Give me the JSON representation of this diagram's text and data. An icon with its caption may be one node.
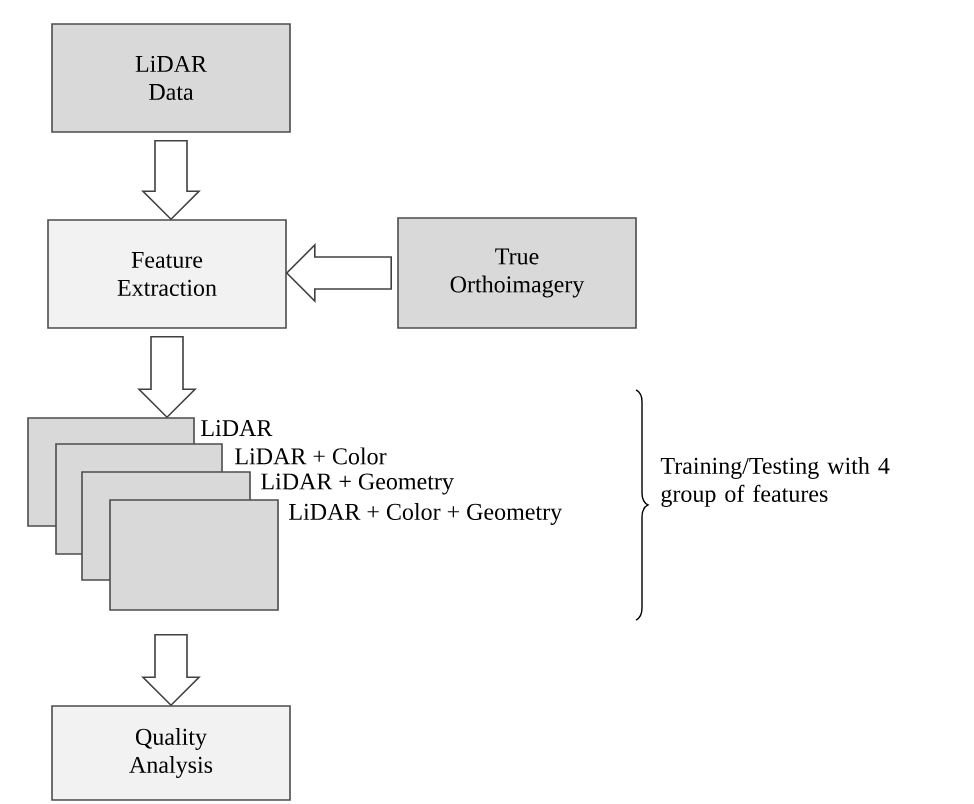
{
  "diagram": {
    "nodes": [
      {
        "text": [
          "LiDAR Data"
        ]
      },
      {
        "text": [
          "Feature Extraction"
        ]
      },
      {
        "text": [
          "True Orthoimagery"
        ]
      },
      {
        "text": [],
        "shape": "box",
        "beside": [
          "LiDAR"
        ]
      },
      {
        "text": [],
        "shape": "box",
        "beside": [
          "LiDAR + Color"
        ]
      },
      {
        "text": [],
        "shape": "box",
        "beside": [
          "LiDAR + Geometry"
        ]
      },
      {
        "text": [],
        "shape": "box",
        "beside": [
          "LiDAR + Color + Geometry"
        ]
      },
      {
        "text": [
          "Quality Analysis"
        ]
      }
    ],
    "edges": [
      {
        "from": 0,
        "to": 1,
        "arrow": "to"
      },
      {
        "from": 2,
        "to": 1,
        "arrow": "to"
      },
      {
        "from": 1,
        "to": 3,
        "arrow": "to"
      },
      {
        "from": 6,
        "to": 7,
        "arrow": "to"
      }
    ],
    "labels": [
      "Training/Testing with 4 group of features"
    ]
  }
}
